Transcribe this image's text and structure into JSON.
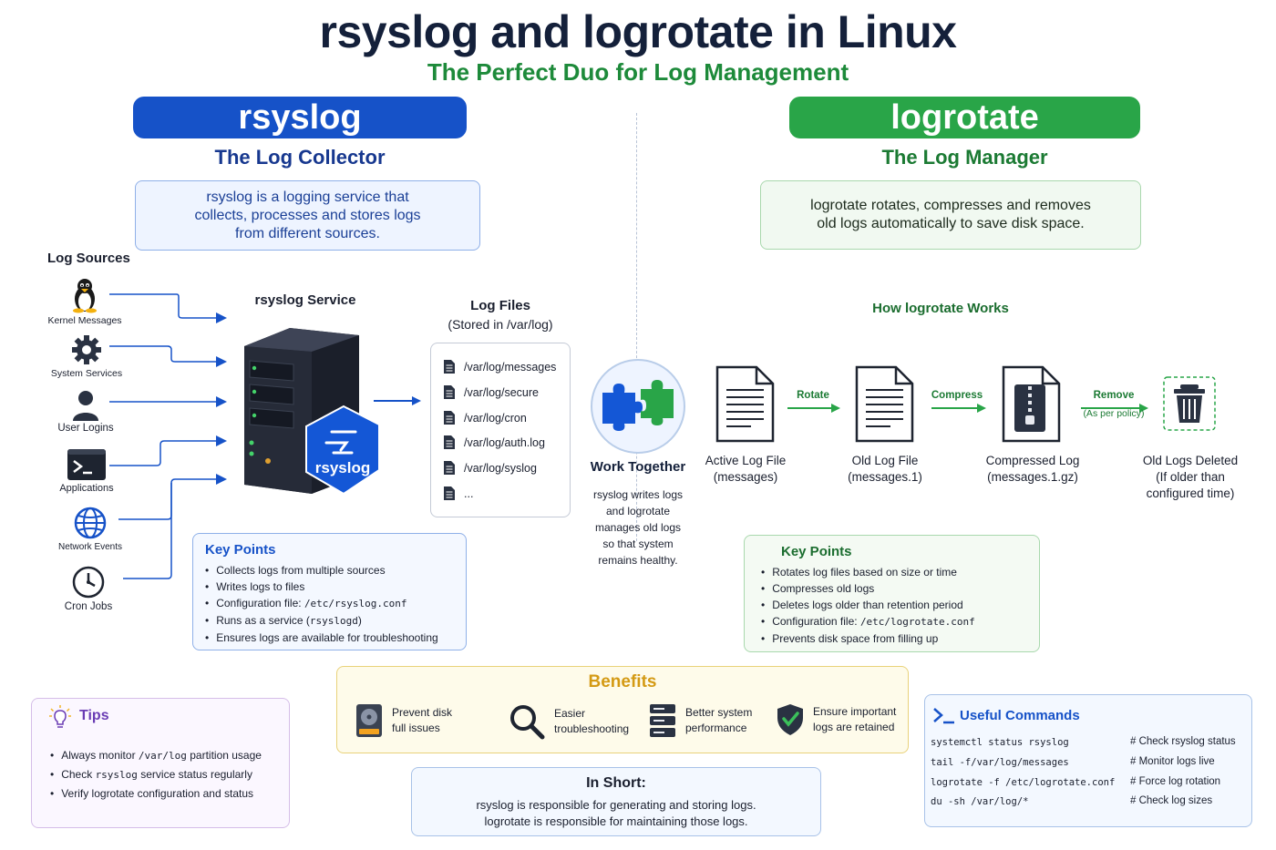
{
  "header": {
    "title": "rsyslog and logrotate in Linux",
    "subtitle": "The Perfect Duo for Log Management"
  },
  "rsyslog": {
    "name": "rsyslog",
    "role": "The Log Collector",
    "description_lines": [
      "rsyslog is a logging service that",
      "collects, processes and stores logs",
      "from different sources."
    ],
    "sources_title": "Log Sources",
    "sources": [
      {
        "label": "Kernel Messages",
        "icon": "linux-penguin-icon"
      },
      {
        "label": "System Services",
        "icon": "gear-icon"
      },
      {
        "label": "User Logins",
        "icon": "user-icon"
      },
      {
        "label": "Applications",
        "icon": "terminal-icon"
      },
      {
        "label": "Network Events",
        "icon": "globe-icon"
      },
      {
        "label": "Cron Jobs",
        "icon": "clock-icon"
      }
    ],
    "service_title": "rsyslog Service",
    "service_badge": "rsyslog",
    "log_files_title": "Log Files",
    "log_files_sub": "(Stored in /var/log)",
    "log_files": [
      "/var/log/messages",
      "/var/log/secure",
      "/var/log/cron",
      "/var/log/auth.log",
      "/var/log/syslog",
      "..."
    ],
    "key_points_title": "Key Points",
    "key_points": [
      {
        "text": "Collects logs from multiple sources",
        "code": ""
      },
      {
        "text": "Writes logs to files",
        "code": ""
      },
      {
        "text": "Configuration file: ",
        "code": "/etc/rsyslog.conf"
      },
      {
        "text": "Runs as a service (",
        "code": "rsyslogd",
        "suffix": ")"
      },
      {
        "text": "Ensures logs are available for troubleshooting",
        "code": ""
      }
    ]
  },
  "work_together": {
    "title": "Work Together",
    "lines": [
      "rsyslog writes logs",
      "and logrotate",
      "manages old logs",
      "so that system",
      "remains healthy."
    ],
    "colors": {
      "blue": "#1652c8",
      "green": "#29a548"
    }
  },
  "logrotate": {
    "name": "logrotate",
    "role": "The Log Manager",
    "description_lines": [
      "logrotate rotates, compresses and removes",
      "old logs automatically to save disk space."
    ],
    "how_title": "How logrotate Works",
    "stages": [
      {
        "line1": "Active Log File",
        "line2": "(messages)",
        "line3": ""
      },
      {
        "line1": "Old Log File",
        "line2": "(messages.1)",
        "line3": ""
      },
      {
        "line1": "Compressed Log",
        "line2": "(messages.1.gz)",
        "line3": ""
      },
      {
        "line1": "Old Logs Deleted",
        "line2": "(If older than",
        "line3": "configured time)"
      }
    ],
    "arrows": [
      {
        "label": "Rotate",
        "sub": ""
      },
      {
        "label": "Compress",
        "sub": ""
      },
      {
        "label": "Remove",
        "sub": "(As per policy)"
      }
    ],
    "key_points_title": "Key Points",
    "key_points": [
      {
        "text": "Rotates log files based on size or time",
        "code": ""
      },
      {
        "text": "Compresses old logs",
        "code": ""
      },
      {
        "text": "Deletes logs older than retention period",
        "code": ""
      },
      {
        "text": "Configuration file: ",
        "code": "/etc/logrotate.conf"
      },
      {
        "text": "Prevents disk space from filling up",
        "code": ""
      }
    ]
  },
  "benefits": {
    "title": "Benefits",
    "items": [
      {
        "line1": "Prevent disk",
        "line2": "full issues",
        "icon": "hard-disk-icon"
      },
      {
        "line1": "Easier",
        "line2": "troubleshooting",
        "icon": "magnifier-icon"
      },
      {
        "line1": "Better system",
        "line2": "performance",
        "icon": "server-stack-icon"
      },
      {
        "line1": "Ensure important",
        "line2": "logs are retained",
        "icon": "shield-check-icon"
      }
    ]
  },
  "tips": {
    "title": "Tips",
    "items": [
      {
        "pre": "Always monitor ",
        "code": "/var/log",
        "post": " partition usage"
      },
      {
        "pre": "Check ",
        "code": "rsyslog",
        "post": " service status regularly"
      },
      {
        "pre": "Verify logrotate configuration and status",
        "code": "",
        "post": ""
      }
    ]
  },
  "in_short": {
    "title": "In Short:",
    "line1": "rsyslog is responsible for generating and storing logs.",
    "line2": "logrotate is responsible for maintaining those logs."
  },
  "commands": {
    "title": "Useful Commands",
    "items": [
      {
        "cmd": "systemctl status rsyslog",
        "note": "# Check rsyslog status"
      },
      {
        "cmd": "tail -f/var/log/messages",
        "note": "# Monitor logs live"
      },
      {
        "cmd": "logrotate -f /etc/logrotate.conf",
        "note": "# Force log rotation"
      },
      {
        "cmd": "du -sh /var/log/*",
        "note": "# Check log sizes"
      }
    ]
  }
}
